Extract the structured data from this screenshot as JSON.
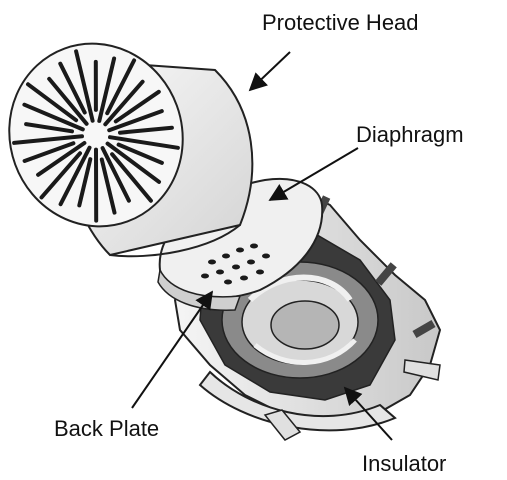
{
  "labels": {
    "protective_head": "Protective Head",
    "diaphragm": "Diaphragm",
    "back_plate": "Back Plate",
    "insulator": "Insulator"
  },
  "colors": {
    "line": "#111111",
    "part_fill": "#f2f2f2",
    "shade_fill": "#cfcfcf",
    "dark": "#1a1a1a"
  }
}
